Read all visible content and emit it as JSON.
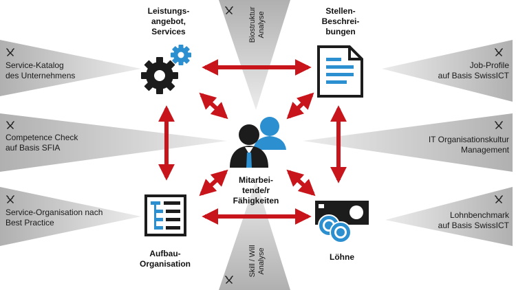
{
  "nodes": {
    "services": {
      "line1": "Leistungs-",
      "line2": "angebot,",
      "line3": "Services"
    },
    "job_descriptions": {
      "line1": "Stellen-",
      "line2": "Beschrei-",
      "line3": "bungen"
    },
    "employees": {
      "line1": "Mitarbei-",
      "line2": "tende/r",
      "line3": "Fähigkeiten"
    },
    "organisation": {
      "line1": "Aufbau-",
      "line2": "Organisation"
    },
    "wages": {
      "line1": "Löhne"
    }
  },
  "left_items": [
    {
      "line1": "Service-Katalog",
      "line2": "des Unternehmens",
      "icon": "tools-icon"
    },
    {
      "line1": "Competence Check",
      "line2": "auf Basis SFIA",
      "icon": "tools-icon"
    },
    {
      "line1": "Service-Organisation nach",
      "line2": "Best Practice",
      "icon": "tools-icon"
    }
  ],
  "right_items": [
    {
      "line1": "Job-Profile",
      "line2": "auf Basis SwissICT",
      "icon": "tools-icon"
    },
    {
      "line1": "IT Organisationskultur",
      "line2": "Management",
      "icon": "tools-icon"
    },
    {
      "line1": "Lohnbenchmark",
      "line2": "auf Basis SwissICT",
      "icon": "tools-icon"
    }
  ],
  "top_item": {
    "line1": "Biostruktur",
    "line2": "Analyse",
    "icon": "tools-icon"
  },
  "bottom_item": {
    "line1": "Skill / Will",
    "line2": "Analyse",
    "icon": "tools-icon"
  },
  "colors": {
    "arrow": "#c8151b",
    "wedge": "#b8b8b8",
    "icon_dark": "#1c1c1c",
    "icon_accent": "#2b8fd0"
  }
}
